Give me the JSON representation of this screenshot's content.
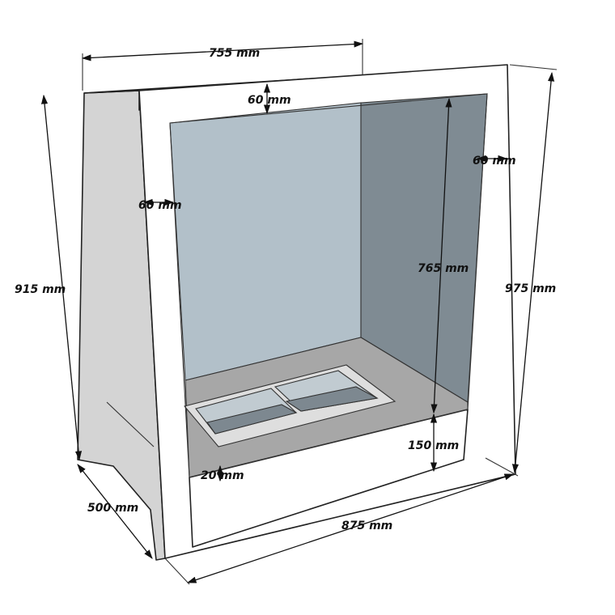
{
  "labels": {
    "width_top": "755 mm",
    "top_border": "60 mm",
    "right_border": "60 mm",
    "left_border": "60 mm",
    "inner_height": "765 mm",
    "left_height": "915 mm",
    "right_height": "975 mm",
    "base_height": "150 mm",
    "gap": "20 mm",
    "depth": "500 mm",
    "front_width": "875 mm"
  },
  "colors": {
    "frame": "#ffffff",
    "side_panel": "#d4d4d4",
    "top_panel": "#c8c8c8",
    "back_wall": "#b2c0c9",
    "right_wall": "#7f8b93",
    "floor": "#a7a7a7",
    "burner_frame": "#dedede",
    "burner_glass": "#c1cbd1",
    "burner_dark": "#7d8890"
  }
}
